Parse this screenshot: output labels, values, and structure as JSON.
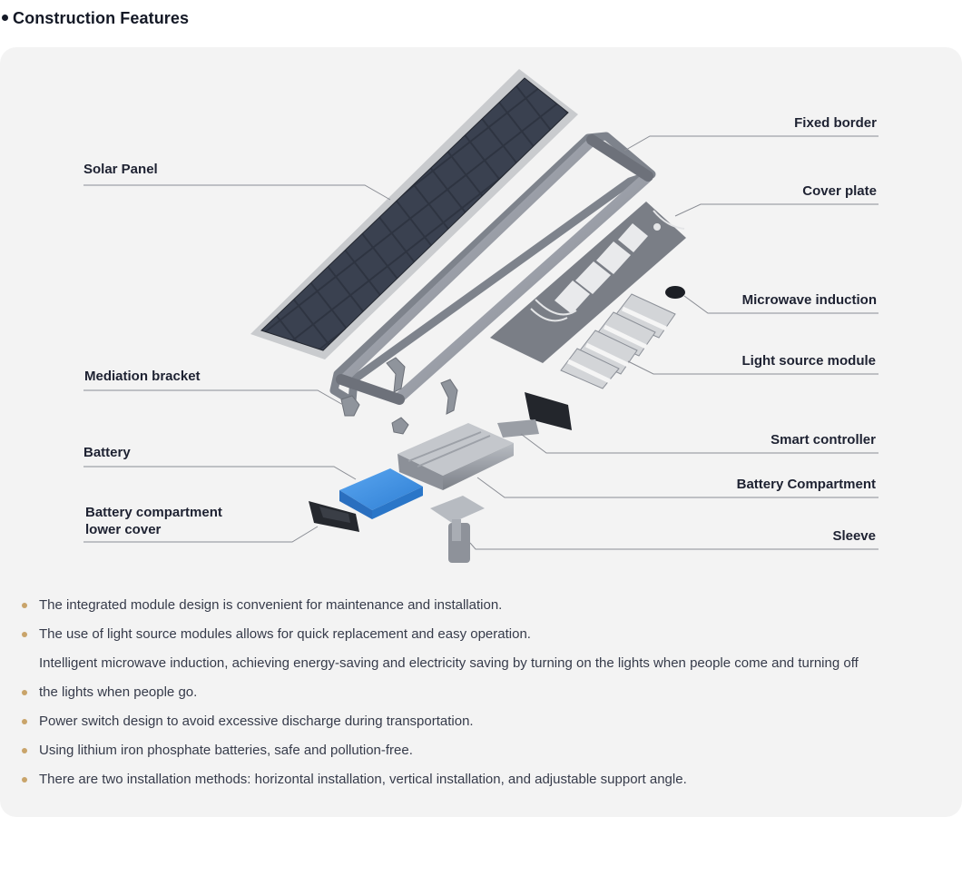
{
  "section": {
    "title": "Construction Features"
  },
  "diagram": {
    "labels": {
      "solar_panel": "Solar Panel",
      "fixed_border": "Fixed border",
      "cover_plate": "Cover plate",
      "microwave_induction": "Microwave induction",
      "light_source_module": "Light source module",
      "mediation_bracket": "Mediation bracket",
      "smart_controller": "Smart controller",
      "battery": "Battery",
      "battery_compartment": "Battery Compartment",
      "battery_lower_cover_1": "Battery compartment",
      "battery_lower_cover_2": "lower cover",
      "sleeve": "Sleeve"
    }
  },
  "features": [
    "The integrated module design is convenient for maintenance and installation.",
    "The use of light source modules allows for quick replacement and easy operation.",
    "Intelligent microwave induction, achieving energy-saving and electricity saving by turning on the lights when people come and turning off",
    "the lights when people go.",
    "Power switch design to avoid excessive discharge during transportation.",
    "Using lithium iron phosphate batteries, safe and pollution-free.",
    "There are two installation methods: horizontal installation, vertical installation, and adjustable support angle."
  ],
  "colors": {
    "card_background": "#f3f3f3",
    "bullet": "#c9a46a",
    "battery_blue": "#3b8fe0",
    "solar_cell": "#2d3340",
    "frame_grey": "#8e939c"
  }
}
